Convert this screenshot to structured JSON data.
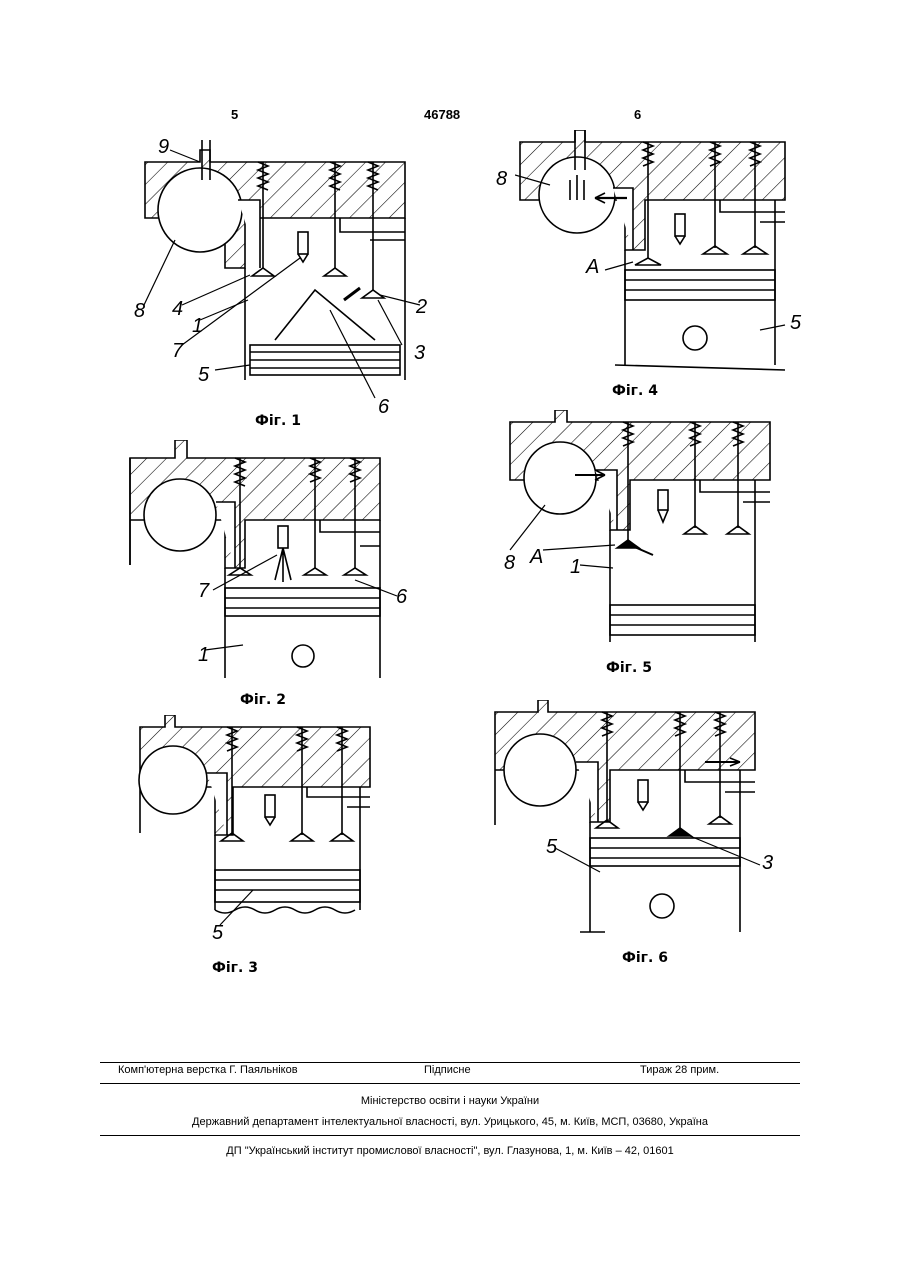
{
  "header": {
    "page_left": "5",
    "patent_number": "46788",
    "page_right": "6"
  },
  "figures": [
    {
      "caption": "Фіг. 1",
      "labels": [
        "9",
        "8",
        "4",
        "1",
        "7",
        "5",
        "6",
        "3",
        "2"
      ]
    },
    {
      "caption": "Фіг. 2",
      "labels": [
        "7",
        "6",
        "1"
      ]
    },
    {
      "caption": "Фіг. 3",
      "labels": [
        "5"
      ]
    },
    {
      "caption": "Фіг. 4",
      "labels": [
        "8",
        "A",
        "5"
      ]
    },
    {
      "caption": "Фіг. 5",
      "labels": [
        "8",
        "A",
        "1"
      ]
    },
    {
      "caption": "Фіг. 6",
      "labels": [
        "5",
        "3"
      ]
    }
  ],
  "footer": {
    "layout": "Комп'ютерна верстка Г. Паяльніков",
    "signed": "Підписне",
    "circulation": "Тираж 28 прим.",
    "ministry": "Міністерство освіти і науки України",
    "department": "Державний департамент інтелектуальної власності, вул. Урицького, 45, м. Київ, МСП, 03680, Україна",
    "institute": "ДП \"Український інститут промислової власності\", вул. Глазунова, 1, м. Київ – 42, 01601"
  }
}
